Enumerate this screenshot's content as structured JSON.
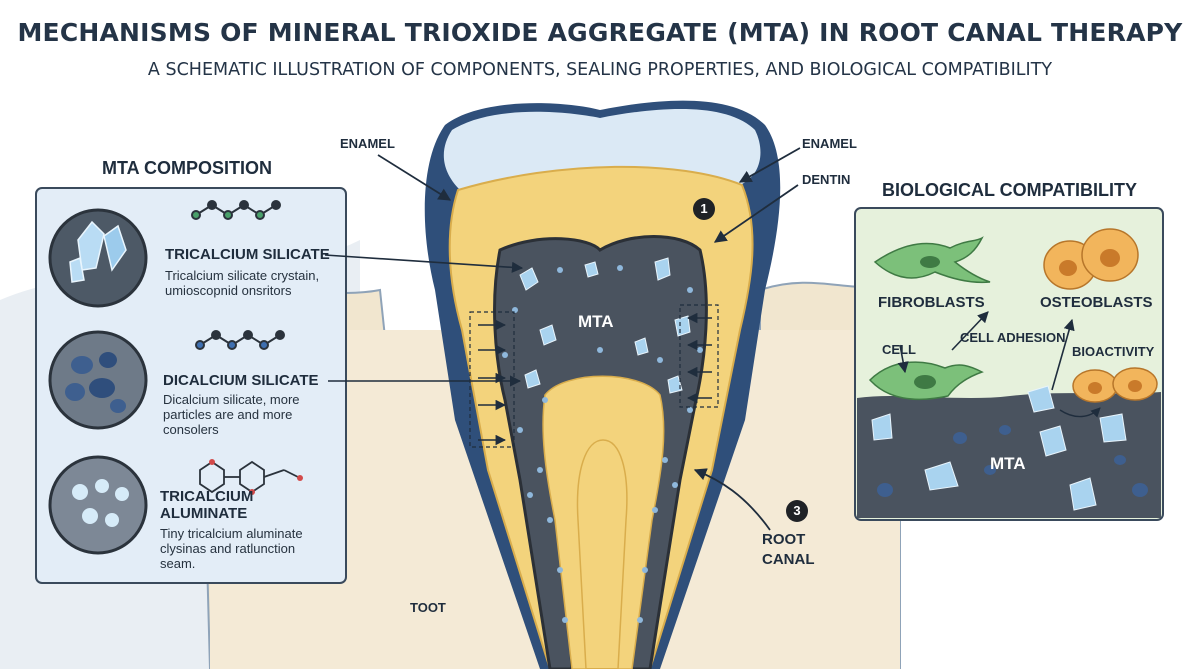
{
  "header": {
    "title": "MECHANISMS OF MINERAL TRIOXIDE AGGREGATE (MTA) IN ROOT CANAL THERAPY",
    "subtitle": "A SCHEMATIC ILLUSTRATION OF COMPONENTS, SEALING PROPERTIES, AND BIOLOGICAL COMPATIBILITY"
  },
  "composition": {
    "heading": "MTA COMPOSITION",
    "items": [
      {
        "name": "TRICALCIUM SILICATE",
        "desc": "Tricalcium silicate crystain, umioscopnid onsritors"
      },
      {
        "name": "DICALCIUM SILICATE",
        "desc": "Dicalcium silicate, more particles are and more consolers"
      },
      {
        "name": "TRICALCIUM ALUMINATE",
        "desc": "Tiny tricalcium aluminate clysinas and ratlunction seam."
      }
    ]
  },
  "tooth": {
    "enamel_left": "ENAMEL",
    "enamel_right": "ENAMEL",
    "dentin": "DENTIN",
    "mta": "MTA",
    "root_canal": "ROOT CANAL",
    "toot": "TOOT",
    "marker_1": "1",
    "marker_3": "3"
  },
  "biocompat": {
    "heading": "BIOLOGICAL COMPATIBILITY",
    "fibroblasts": "FIBROBLASTS",
    "osteoblasts": "OSTEOBLASTS",
    "cell": "CELL",
    "cell_adhesion": "CELL ADHESION",
    "bioactivity": "BIOACTIVITY",
    "mta": "MTA"
  },
  "colors": {
    "enamel": "#bcd3ea",
    "dentin": "#f4d57e",
    "mta": "#4c5561",
    "crystal": "#a9d3ef",
    "panel_left": "#e4eef8",
    "panel_right": "#e8f2df",
    "gum": "#f1e4c9"
  }
}
